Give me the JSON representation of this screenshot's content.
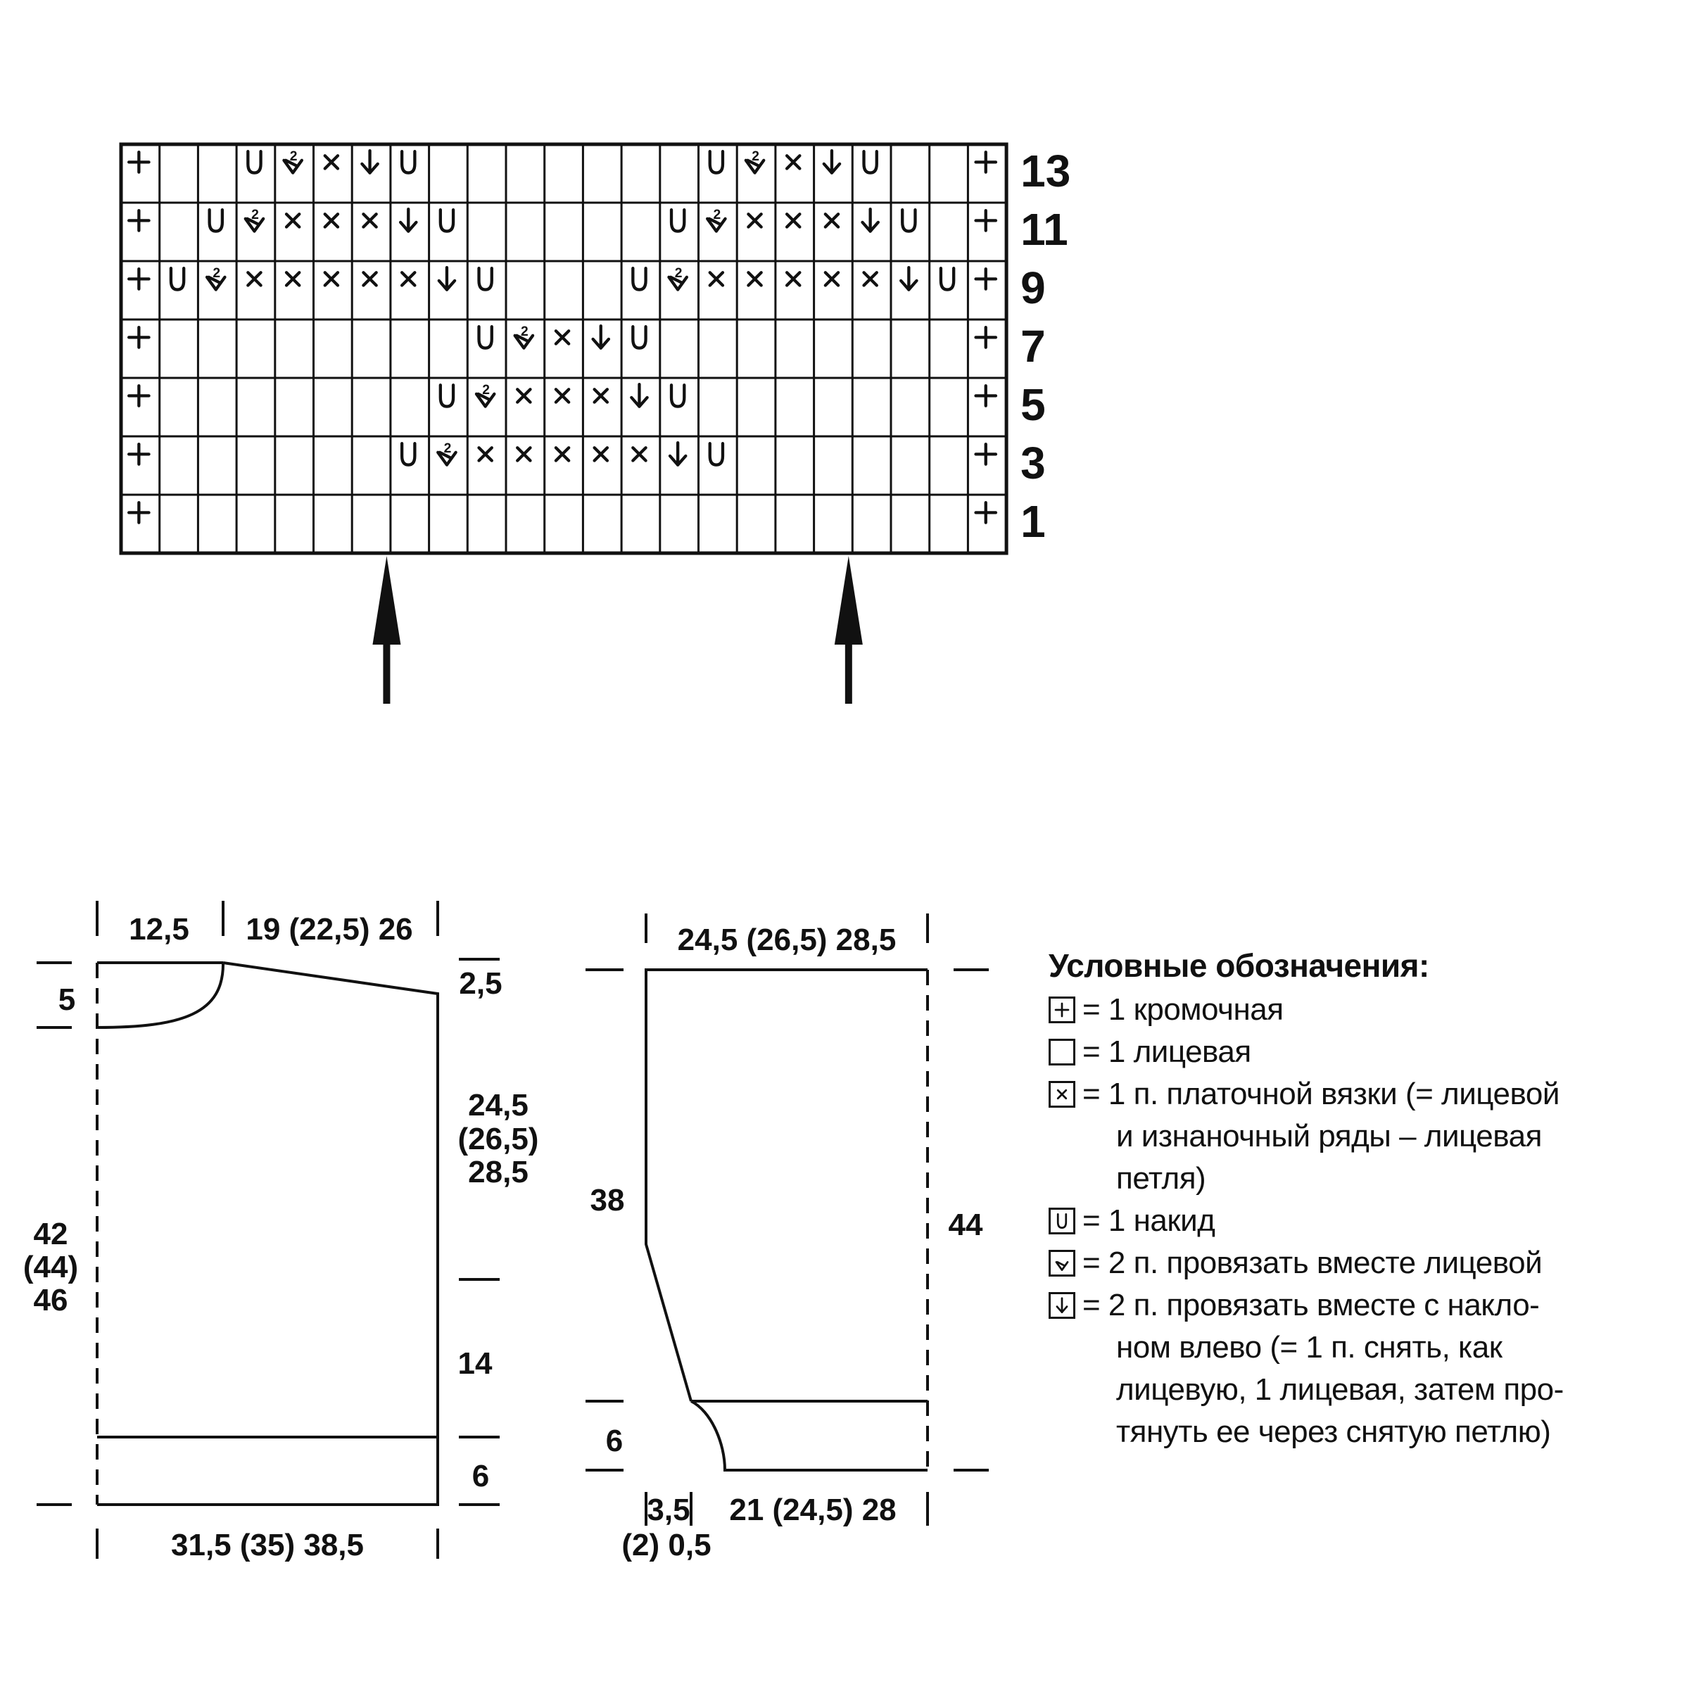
{
  "chart": {
    "rows": [
      {
        "number": "13",
        "cells": [
          "edge",
          "k",
          "k",
          "yo",
          "k2tog",
          "gs",
          "ssk",
          "yo",
          "k",
          "k",
          "k",
          "k",
          "k",
          "k",
          "k",
          "yo",
          "k2tog",
          "gs",
          "ssk",
          "yo",
          "k",
          "k",
          "edge"
        ]
      },
      {
        "number": "11",
        "cells": [
          "edge",
          "k",
          "yo",
          "k2tog",
          "gs",
          "gs",
          "gs",
          "ssk",
          "yo",
          "k",
          "k",
          "k",
          "k",
          "k",
          "yo",
          "k2tog",
          "gs",
          "gs",
          "gs",
          "ssk",
          "yo",
          "k",
          "edge"
        ]
      },
      {
        "number": "9",
        "cells": [
          "edge",
          "yo",
          "k2tog",
          "gs",
          "gs",
          "gs",
          "gs",
          "gs",
          "ssk",
          "yo",
          "k",
          "k",
          "k",
          "yo",
          "k2tog",
          "gs",
          "gs",
          "gs",
          "gs",
          "gs",
          "ssk",
          "yo",
          "edge"
        ]
      },
      {
        "number": "7",
        "cells": [
          "edge",
          "k",
          "k",
          "k",
          "k",
          "k",
          "k",
          "k",
          "k",
          "yo",
          "k2tog",
          "gs",
          "ssk",
          "yo",
          "k",
          "k",
          "k",
          "k",
          "k",
          "k",
          "k",
          "k",
          "edge"
        ]
      },
      {
        "number": "5",
        "cells": [
          "edge",
          "k",
          "k",
          "k",
          "k",
          "k",
          "k",
          "k",
          "yo",
          "k2tog",
          "gs",
          "gs",
          "gs",
          "ssk",
          "yo",
          "k",
          "k",
          "k",
          "k",
          "k",
          "k",
          "k",
          "edge"
        ]
      },
      {
        "number": "3",
        "cells": [
          "edge",
          "k",
          "k",
          "k",
          "k",
          "k",
          "k",
          "yo",
          "k2tog",
          "gs",
          "gs",
          "gs",
          "gs",
          "gs",
          "ssk",
          "yo",
          "k",
          "k",
          "k",
          "k",
          "k",
          "k",
          "edge"
        ]
      },
      {
        "number": "1",
        "cells": [
          "edge",
          "k",
          "k",
          "k",
          "k",
          "k",
          "k",
          "k",
          "k",
          "k",
          "k",
          "k",
          "k",
          "k",
          "k",
          "k",
          "k",
          "k",
          "k",
          "k",
          "k",
          "k",
          "edge"
        ]
      }
    ],
    "repeat_markers": [
      6,
      18
    ],
    "k2tog_badge": "2"
  },
  "back_schematic": {
    "shoulder_width": "12,5",
    "neck_width": "19 (22,5) 26",
    "neck_depth": "5",
    "shoulder_slope": "2,5",
    "armhole_depth": [
      "24,5",
      "(26,5)",
      "28,5"
    ],
    "total_height": [
      "42",
      "(44)",
      "46"
    ],
    "side_height": "14",
    "ribbing_height": "6",
    "bottom_width": "31,5 (35) 38,5"
  },
  "sleeve_schematic": {
    "top_width": "24,5 (26,5) 28,5",
    "straight_height": "38",
    "total_height": "44",
    "cuff_height": "6",
    "inset_width": [
      "3,5",
      "(2) 0,5"
    ],
    "bottom_width": "21 (24,5) 28"
  },
  "legend": {
    "title": "Условные обозначения:",
    "items": [
      {
        "symbol": "edge-symbol-icon",
        "lines": [
          "= 1 кромочная"
        ]
      },
      {
        "symbol": "knit-symbol-icon",
        "lines": [
          "= 1 лицевая"
        ]
      },
      {
        "symbol": "garter-symbol-icon",
        "lines": [
          "= 1 п. платочной вязки (= лицевой",
          "и изнаночный ряды – лицевая",
          "петля)"
        ]
      },
      {
        "symbol": "yarn-over-symbol-icon",
        "lines": [
          "= 1 накид"
        ]
      },
      {
        "symbol": "k2tog-symbol-icon",
        "lines": [
          "= 2 п. провязать вместе лицевой"
        ]
      },
      {
        "symbol": "ssk-symbol-icon",
        "lines": [
          "= 2 п. провязать вместе с накло-",
          "ном влево (= 1 п. снять, как",
          "лицевую, 1 лицевая, затем про-",
          "тянуть ее через снятую петлю)"
        ]
      }
    ]
  }
}
